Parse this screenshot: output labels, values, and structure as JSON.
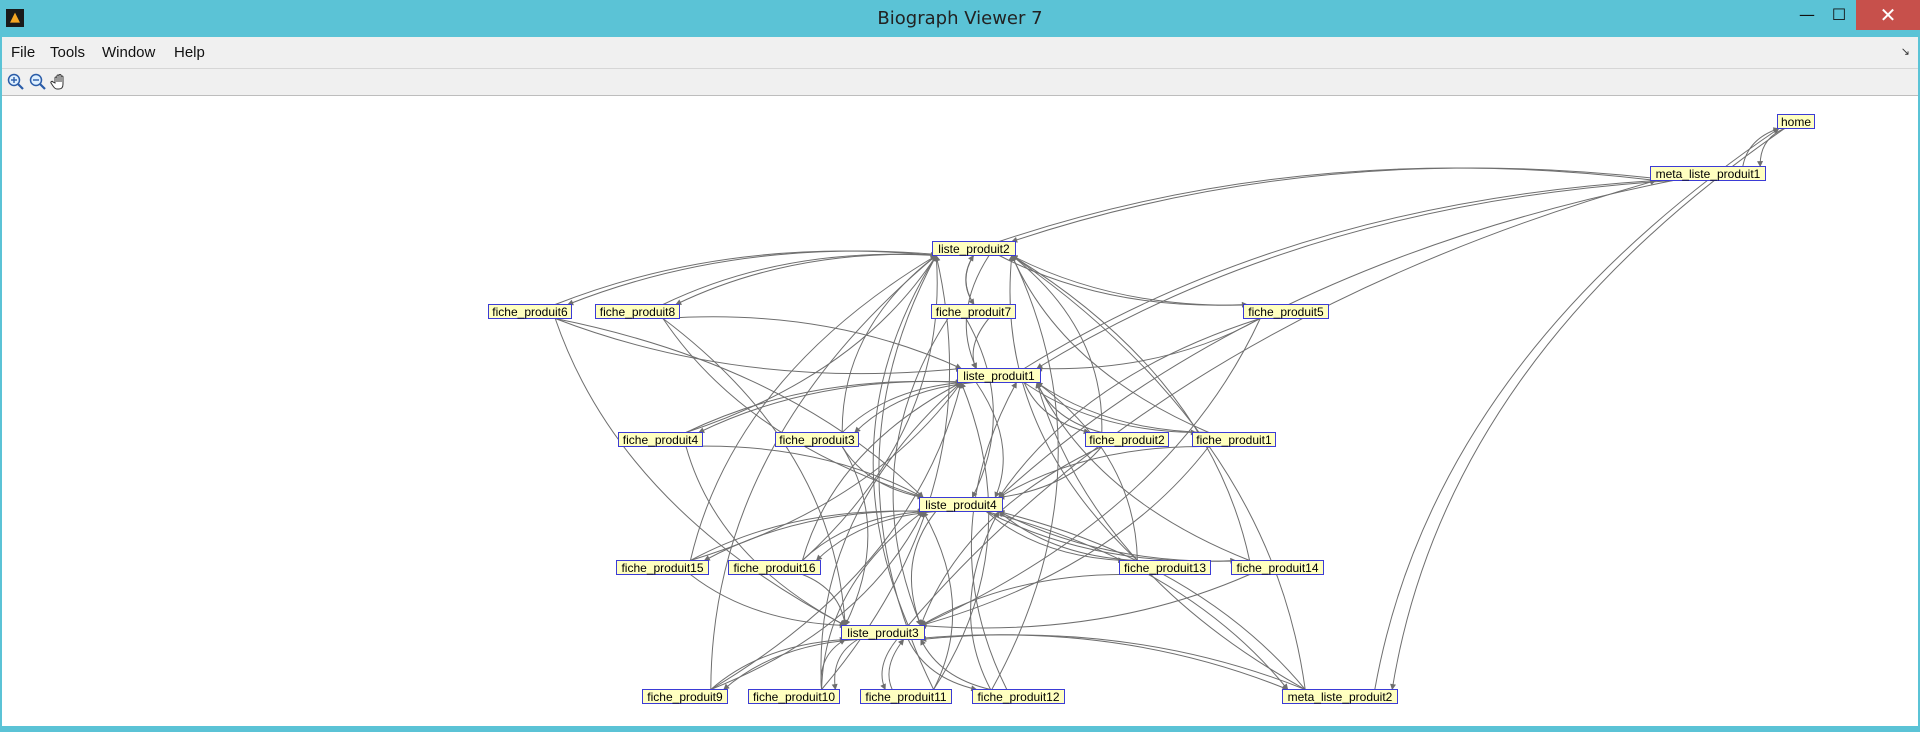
{
  "window": {
    "title": "Biograph Viewer 7",
    "app_icon": "matlab-icon"
  },
  "menu": {
    "items": [
      "File",
      "Tools",
      "Window",
      "Help"
    ]
  },
  "toolbar": {
    "tools": [
      "zoom-in-icon",
      "zoom-out-icon",
      "pan-hand-icon"
    ]
  },
  "graph": {
    "nodes": [
      "home",
      "meta_liste_produit1",
      "liste_produit2",
      "fiche_produit6",
      "fiche_produit8",
      "fiche_produit7",
      "fiche_produit5",
      "liste_produit1",
      "fiche_produit4",
      "fiche_produit3",
      "fiche_produit2",
      "fiche_produit1",
      "liste_produit4",
      "fiche_produit15",
      "fiche_produit16",
      "fiche_produit13",
      "fiche_produit14",
      "liste_produit3",
      "fiche_produit9",
      "fiche_produit10",
      "fiche_produit11",
      "fiche_produit12",
      "meta_liste_produit2"
    ],
    "edges": [
      [
        "home",
        "meta_liste_produit1"
      ],
      [
        "meta_liste_produit1",
        "home"
      ],
      [
        "home",
        "meta_liste_produit2"
      ],
      [
        "meta_liste_produit2",
        "home"
      ],
      [
        "meta_liste_produit1",
        "liste_produit2"
      ],
      [
        "liste_produit2",
        "meta_liste_produit1"
      ],
      [
        "meta_liste_produit1",
        "liste_produit1"
      ],
      [
        "liste_produit1",
        "meta_liste_produit1"
      ],
      [
        "meta_liste_produit1",
        "liste_produit4"
      ],
      [
        "liste_produit3",
        "meta_liste_produit1"
      ],
      [
        "meta_liste_produit2",
        "liste_produit2"
      ],
      [
        "meta_liste_produit2",
        "liste_produit1"
      ],
      [
        "meta_liste_produit2",
        "liste_produit4"
      ],
      [
        "liste_produit4",
        "meta_liste_produit2"
      ],
      [
        "meta_liste_produit2",
        "liste_produit3"
      ],
      [
        "liste_produit3",
        "meta_liste_produit2"
      ],
      [
        "liste_produit2",
        "fiche_produit6"
      ],
      [
        "fiche_produit6",
        "liste_produit2"
      ],
      [
        "liste_produit2",
        "fiche_produit8"
      ],
      [
        "fiche_produit8",
        "liste_produit2"
      ],
      [
        "liste_produit2",
        "fiche_produit7"
      ],
      [
        "fiche_produit7",
        "liste_produit2"
      ],
      [
        "liste_produit2",
        "fiche_produit5"
      ],
      [
        "fiche_produit5",
        "liste_produit2"
      ],
      [
        "fiche_produit6",
        "liste_produit1"
      ],
      [
        "fiche_produit6",
        "liste_produit4"
      ],
      [
        "fiche_produit6",
        "liste_produit3"
      ],
      [
        "fiche_produit8",
        "liste_produit1"
      ],
      [
        "fiche_produit8",
        "liste_produit4"
      ],
      [
        "fiche_produit8",
        "liste_produit3"
      ],
      [
        "fiche_produit7",
        "liste_produit1"
      ],
      [
        "fiche_produit7",
        "liste_produit4"
      ],
      [
        "fiche_produit7",
        "liste_produit3"
      ],
      [
        "fiche_produit5",
        "liste_produit1"
      ],
      [
        "fiche_produit5",
        "liste_produit4"
      ],
      [
        "fiche_produit5",
        "liste_produit3"
      ],
      [
        "liste_produit1",
        "fiche_produit4"
      ],
      [
        "fiche_produit4",
        "liste_produit1"
      ],
      [
        "liste_produit1",
        "fiche_produit3"
      ],
      [
        "fiche_produit3",
        "liste_produit1"
      ],
      [
        "liste_produit1",
        "fiche_produit2"
      ],
      [
        "fiche_produit2",
        "liste_produit1"
      ],
      [
        "liste_produit1",
        "fiche_produit1"
      ],
      [
        "fiche_produit1",
        "liste_produit1"
      ],
      [
        "fiche_produit4",
        "liste_produit2"
      ],
      [
        "fiche_produit4",
        "liste_produit4"
      ],
      [
        "fiche_produit4",
        "liste_produit3"
      ],
      [
        "fiche_produit3",
        "liste_produit2"
      ],
      [
        "fiche_produit3",
        "liste_produit4"
      ],
      [
        "fiche_produit3",
        "liste_produit3"
      ],
      [
        "fiche_produit2",
        "liste_produit2"
      ],
      [
        "fiche_produit2",
        "liste_produit4"
      ],
      [
        "fiche_produit2",
        "liste_produit3"
      ],
      [
        "fiche_produit1",
        "liste_produit2"
      ],
      [
        "fiche_produit1",
        "liste_produit4"
      ],
      [
        "fiche_produit1",
        "liste_produit3"
      ],
      [
        "liste_produit4",
        "fiche_produit15"
      ],
      [
        "fiche_produit15",
        "liste_produit4"
      ],
      [
        "liste_produit4",
        "fiche_produit16"
      ],
      [
        "fiche_produit16",
        "liste_produit4"
      ],
      [
        "liste_produit4",
        "fiche_produit13"
      ],
      [
        "fiche_produit13",
        "liste_produit4"
      ],
      [
        "liste_produit4",
        "fiche_produit14"
      ],
      [
        "fiche_produit14",
        "liste_produit4"
      ],
      [
        "fiche_produit15",
        "liste_produit1"
      ],
      [
        "fiche_produit15",
        "liste_produit2"
      ],
      [
        "fiche_produit15",
        "liste_produit3"
      ],
      [
        "fiche_produit16",
        "liste_produit1"
      ],
      [
        "fiche_produit16",
        "liste_produit2"
      ],
      [
        "fiche_produit16",
        "liste_produit3"
      ],
      [
        "fiche_produit13",
        "liste_produit1"
      ],
      [
        "fiche_produit13",
        "liste_produit2"
      ],
      [
        "fiche_produit13",
        "liste_produit3"
      ],
      [
        "fiche_produit14",
        "liste_produit1"
      ],
      [
        "fiche_produit14",
        "liste_produit2"
      ],
      [
        "fiche_produit14",
        "liste_produit3"
      ],
      [
        "liste_produit3",
        "fiche_produit9"
      ],
      [
        "fiche_produit9",
        "liste_produit3"
      ],
      [
        "liste_produit3",
        "fiche_produit10"
      ],
      [
        "fiche_produit10",
        "liste_produit3"
      ],
      [
        "liste_produit3",
        "fiche_produit11"
      ],
      [
        "fiche_produit11",
        "liste_produit3"
      ],
      [
        "liste_produit3",
        "fiche_produit12"
      ],
      [
        "fiche_produit12",
        "liste_produit3"
      ],
      [
        "fiche_produit9",
        "liste_produit1"
      ],
      [
        "fiche_produit9",
        "liste_produit2"
      ],
      [
        "fiche_produit9",
        "liste_produit4"
      ],
      [
        "fiche_produit10",
        "liste_produit1"
      ],
      [
        "fiche_produit10",
        "liste_produit2"
      ],
      [
        "fiche_produit10",
        "liste_produit4"
      ],
      [
        "fiche_produit11",
        "liste_produit1"
      ],
      [
        "fiche_produit11",
        "liste_produit2"
      ],
      [
        "fiche_produit11",
        "liste_produit4"
      ],
      [
        "fiche_produit12",
        "liste_produit1"
      ],
      [
        "fiche_produit12",
        "liste_produit2"
      ],
      [
        "fiche_produit12",
        "liste_produit4"
      ],
      [
        "liste_produit2",
        "liste_produit1"
      ],
      [
        "liste_produit1",
        "liste_produit4"
      ],
      [
        "liste_produit4",
        "liste_produit3"
      ],
      [
        "liste_produit3",
        "liste_produit2"
      ]
    ]
  },
  "colors": {
    "titlebar": "#5bc3d6",
    "node_fill": "#ffffc0",
    "node_border": "#3b3bd6",
    "edge": "#6e6e6e",
    "close": "#c7504b"
  }
}
